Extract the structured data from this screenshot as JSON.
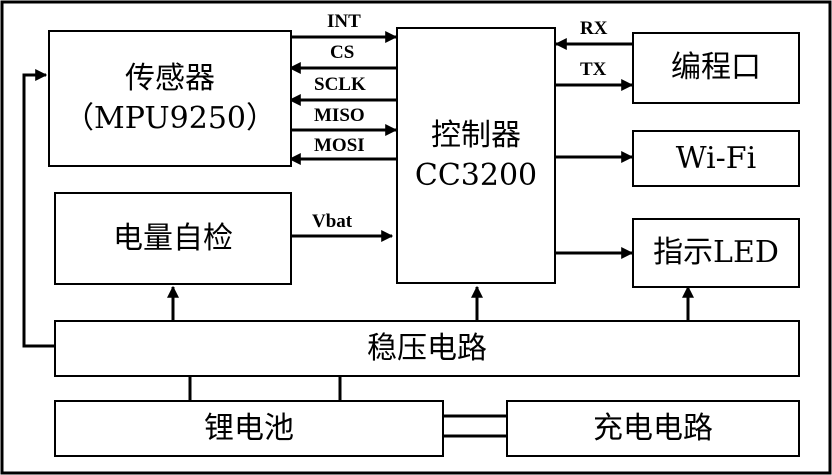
{
  "blocks": {
    "sensor": {
      "line1": "传感器",
      "line2": "（MPU9250）"
    },
    "controller": {
      "line1": "控制器",
      "line2": "CC3200"
    },
    "prog_port": "编程口",
    "wifi": "Wi-Fi",
    "led": "指示LED",
    "battery_check": "电量自检",
    "regulator": "稳压电路",
    "battery": "锂电池",
    "charger": "充电电路"
  },
  "signals": {
    "int": "INT",
    "cs": "CS",
    "sclk": "SCLK",
    "miso": "MISO",
    "mosi": "MOSI",
    "rx": "RX",
    "tx": "TX",
    "vbat": "Vbat"
  }
}
